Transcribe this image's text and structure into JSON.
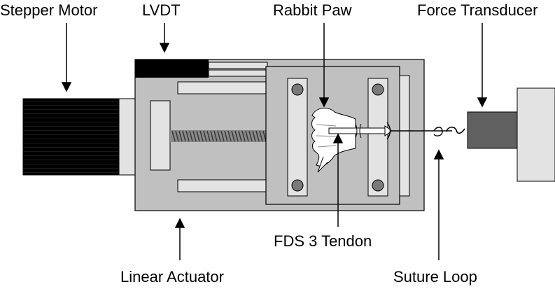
{
  "labels": {
    "stepper_motor": "Stepper Motor",
    "lvdt": "LVDT",
    "rabbit_paw": "Rabbit Paw",
    "force_transducer": "Force Transducer",
    "fds3_tendon": "FDS 3 Tendon",
    "linear_actuator": "Linear Actuator",
    "suture_loop": "Suture Loop"
  },
  "colors": {
    "housing": "#c0c0c0",
    "light_part": "#e3e3e3",
    "motor": "#000000",
    "transducer_body": "#606060",
    "screw": "#7a7a7a",
    "outline": "#000000"
  }
}
